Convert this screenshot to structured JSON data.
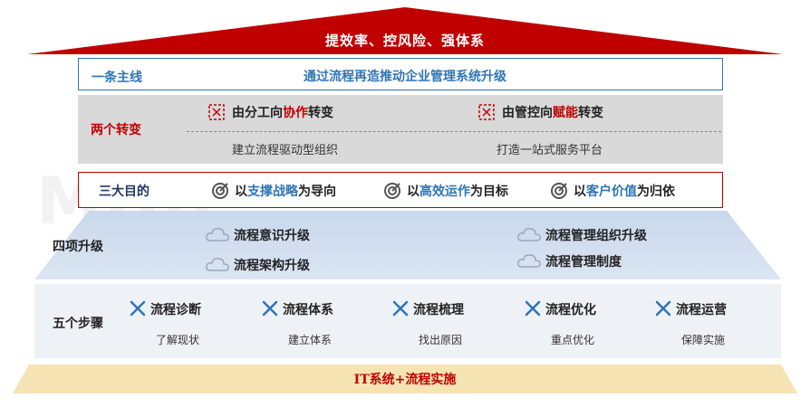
{
  "roof": {
    "title": "提效率、控风险、强体系"
  },
  "row1": {
    "label": "一条主线",
    "text": "通过流程再造推动企业管理系统升级"
  },
  "row2": {
    "label": "两个转变",
    "shifts": [
      {
        "pre": "由分工向",
        "hl": "协作",
        "post": "转变",
        "sub": "建立流程驱动型组织"
      },
      {
        "pre": "由管控向",
        "hl": "赋能",
        "post": "转变",
        "sub": "打造一站式服务平台"
      }
    ]
  },
  "row3": {
    "label": "三大目的",
    "aims": [
      {
        "pre": "以",
        "hl": "支撑战略",
        "post": "为导向"
      },
      {
        "pre": "以",
        "hl": "高效运作",
        "post": "为目标"
      },
      {
        "pre": "以",
        "hl": "客户价值",
        "post": "为归依"
      }
    ]
  },
  "row4": {
    "label": "四项升级",
    "items": [
      "流程意识升级",
      "流程架构升级",
      "流程管理组织升级",
      "流程管理制度"
    ]
  },
  "row5": {
    "label": "五个步骤",
    "steps": [
      {
        "title": "流程诊断",
        "sub": "了解现状"
      },
      {
        "title": "流程体系",
        "sub": "建立体系"
      },
      {
        "title": "流程梳理",
        "sub": "找出原因"
      },
      {
        "title": "流程优化",
        "sub": "重点优化"
      },
      {
        "title": "流程运营",
        "sub": "保障实施"
      }
    ]
  },
  "base": {
    "text": "IT系统+流程实施"
  },
  "watermark": {
    "text": "MDB"
  },
  "colors": {
    "red": "#c00000",
    "blue": "#2e75b6",
    "navy": "#1f3864",
    "gold": "#f5e3b3"
  },
  "icons": {
    "shift": "cross-box-icon",
    "aim": "target-icon",
    "upgrade": "cloud-icon",
    "step": "tools-icon"
  }
}
